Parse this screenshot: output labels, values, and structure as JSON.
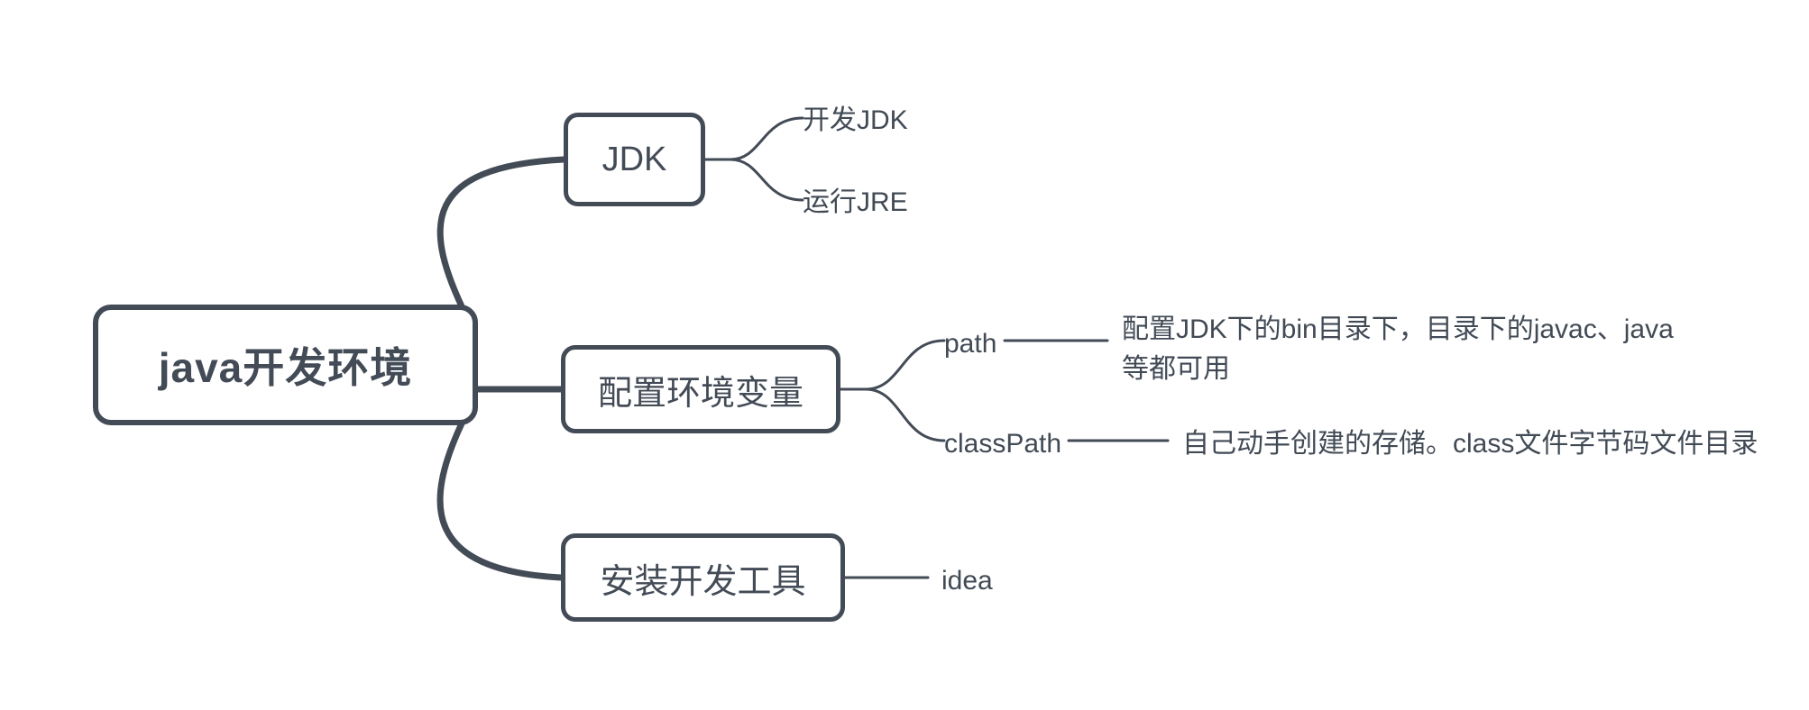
{
  "diagram": {
    "type": "mindmap",
    "title": "java开发环境",
    "background": "#ffffff",
    "stroke_color": "#434b56",
    "text_color": "#414a55"
  },
  "root": {
    "label": "java开发环境"
  },
  "branches": [
    {
      "id": "jdk",
      "label": "JDK",
      "leaves": [
        {
          "id": "jdk-dev",
          "label": "开发JDK"
        },
        {
          "id": "jdk-jre",
          "label": "运行JRE"
        }
      ]
    },
    {
      "id": "env",
      "label": "配置环境变量",
      "leaves": [
        {
          "id": "env-path",
          "label": "path",
          "detail": "配置JDK下的bin目录下，目录下的javac、java等都可用"
        },
        {
          "id": "env-classpath",
          "label": "classPath",
          "detail": "自己动手创建的存储。class文件字节码文件目录"
        }
      ]
    },
    {
      "id": "tools",
      "label": "安装开发工具",
      "leaves": [
        {
          "id": "tools-idea",
          "label": "idea"
        }
      ]
    }
  ]
}
